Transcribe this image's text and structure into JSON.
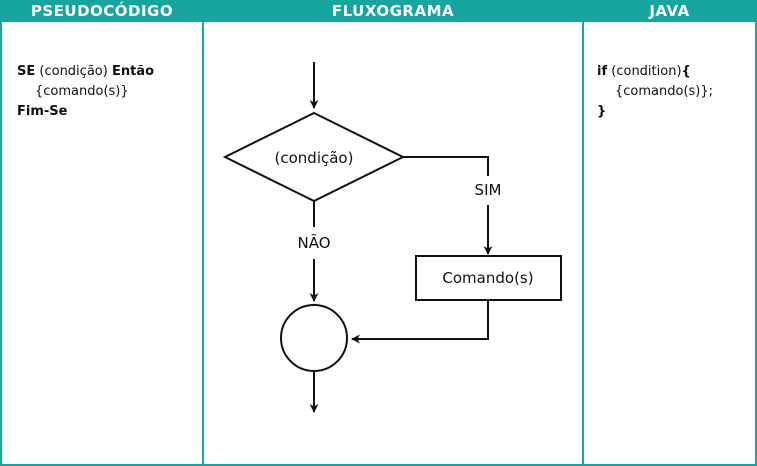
{
  "headers": {
    "pseudo": "PSEUDOCÓDIGO",
    "flow": "FLUXOGRAMA",
    "java": "JAVA"
  },
  "pseudocode": {
    "kw_if": "SE",
    "cond": "(condição)",
    "kw_then": "Então",
    "body": "{comando(s)}",
    "kw_end": "Fim-Se"
  },
  "java": {
    "kw_if": "if",
    "cond": "(condition)",
    "open_brace": "{",
    "body": "{comando(s)};",
    "close_brace": "}"
  },
  "flowchart": {
    "decision": "(condição)",
    "yes": "SIM",
    "no": "NÃO",
    "process": "Comando(s)"
  },
  "colors": {
    "accent": "#16a59f",
    "line": "#111111"
  }
}
